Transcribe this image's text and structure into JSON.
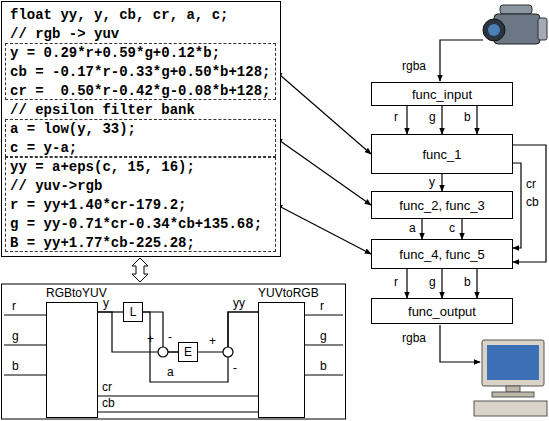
{
  "diagram": {
    "nodes": [
      {
        "text": [
          "float yy, y, cb, cr, a, c;",
          "// rgb -> yuv",
          "// epsilon filter bank"
        ]
      },
      {
        "text": [
          "y = 0.29*r+0.59*g+0.12*b;",
          "cb = -0.17*r-0.33*g+0.50*b+128;",
          "cr =  0.50*r-0.42*g-0.08*b+128;"
        ],
        "in": 0
      },
      {
        "text": [
          "a = low(y, 33);",
          "c = y-a;"
        ],
        "in": 0
      },
      {
        "text": [
          "yy = a+eps(c, 15, 16);",
          "// yuv->rgb",
          "r = yy+1.40*cr-179.2;",
          "g = yy-0.71*cr-0.34*cb+135.68;",
          "B = yy+1.77*cb-225.28;"
        ],
        "in": 0
      },
      {
        "text": [
          "func_input"
        ]
      },
      {
        "text": [
          "func_1"
        ]
      },
      {
        "text": [
          "func_2, func_3"
        ]
      },
      {
        "text": [
          "func_4, func_5"
        ]
      },
      {
        "text": [
          "func_output"
        ]
      },
      {
        "text": [
          "RGBtoYUV"
        ]
      },
      {
        "text": [
          "L"
        ]
      },
      {
        "text": [
          "E"
        ]
      },
      {
        "text": [
          "YUVtoRGB"
        ]
      }
    ],
    "edges": [
      {
        "from": 1,
        "to": 5,
        "arrow": "both"
      },
      {
        "from": 2,
        "to": 6,
        "arrow": "both"
      },
      {
        "from": 3,
        "to": 7,
        "arrow": "both"
      },
      {
        "from": 4,
        "to": 5,
        "label": "r",
        "arrow": "to"
      },
      {
        "from": 4,
        "to": 5,
        "label": "g",
        "arrow": "to"
      },
      {
        "from": 4,
        "to": 5,
        "label": "b",
        "arrow": "to"
      },
      {
        "from": 5,
        "to": 6,
        "label": "y",
        "arrow": "to"
      },
      {
        "from": 6,
        "to": 7,
        "label": "a",
        "arrow": "to"
      },
      {
        "from": 6,
        "to": 7,
        "label": "c",
        "arrow": "to"
      },
      {
        "from": 5,
        "to": 7,
        "label": "cr",
        "arrow": "to"
      },
      {
        "from": 5,
        "to": 7,
        "label": "cb",
        "arrow": "to"
      },
      {
        "from": 7,
        "to": 8,
        "label": "r",
        "arrow": "to"
      },
      {
        "from": 7,
        "to": 8,
        "label": "g",
        "arrow": "to"
      },
      {
        "from": 7,
        "to": 8,
        "label": "b",
        "arrow": "to"
      },
      {
        "from": 9,
        "to": 10,
        "label": "y",
        "arrow": "none"
      },
      {
        "from": 9,
        "to": 11,
        "arrow": "none"
      },
      {
        "from": 10,
        "to": 11,
        "arrow": "none"
      },
      {
        "from": 11,
        "to": 12,
        "label": "yy",
        "arrow": "none"
      },
      {
        "from": 10,
        "to": 12,
        "label": "a",
        "arrow": "none"
      },
      {
        "from": 9,
        "to": 12,
        "label": "cr",
        "arrow": "none"
      },
      {
        "from": 9,
        "to": 12,
        "label": "cb",
        "arrow": "none"
      }
    ],
    "labels": [
      "rgba",
      "rgba",
      "r",
      "g",
      "b",
      "+",
      "-",
      "+",
      "-",
      "r",
      "g",
      "b"
    ]
  }
}
